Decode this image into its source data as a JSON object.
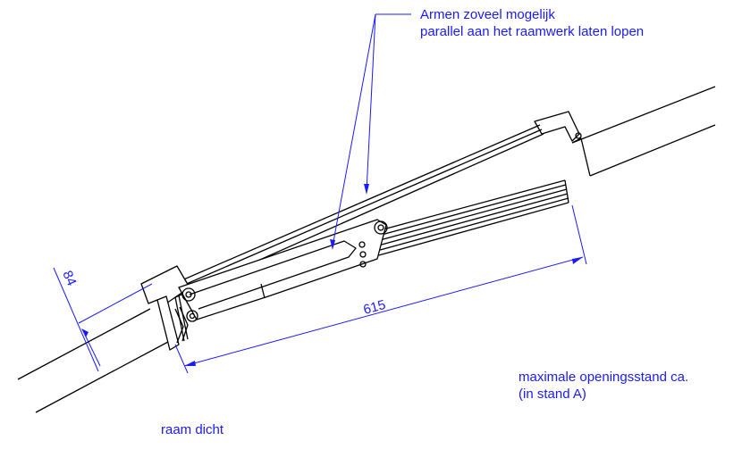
{
  "callout": {
    "line1": "Armen zoveel mogelijk",
    "line2": "parallel aan het raamwerk laten lopen"
  },
  "dimensions": {
    "thickness": "84",
    "arm_length": "615"
  },
  "labels": {
    "open_line1": "maximale openingsstand ca.",
    "open_line2": "(in stand A)",
    "closed": "raam dicht"
  },
  "colors": {
    "annotation": "#1a1aff",
    "drawing": "#000000"
  }
}
